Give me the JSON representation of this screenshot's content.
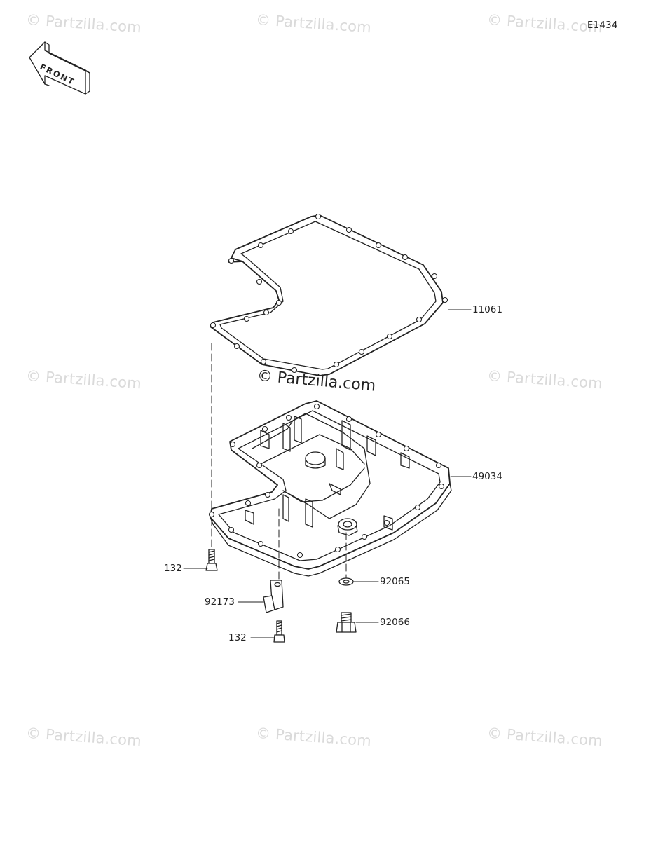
{
  "diagram_code": "E1434",
  "front_label": "FRONT",
  "watermark": "© Partzilla.com",
  "parts": {
    "gasket": "11061",
    "oil_pan": "49034",
    "bolt_left": "132",
    "bracket": "92173",
    "bolt_lower": "132",
    "washer": "92065",
    "drain_plug": "92066"
  },
  "colors": {
    "line": "#222222",
    "watermark": "#dadada"
  }
}
